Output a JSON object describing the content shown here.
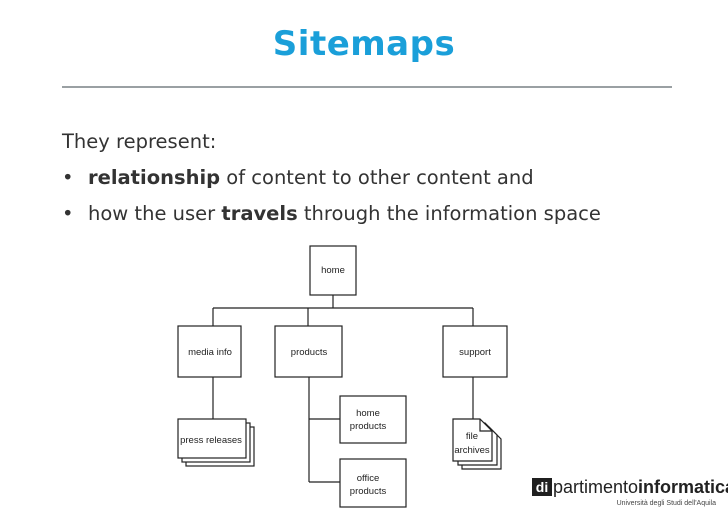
{
  "slide": {
    "title": "Sitemaps",
    "accent_color": "#1a9fd9",
    "intro": "They represent:",
    "bullet_symbol": "•",
    "bullets": [
      {
        "emph": "relationship",
        "rest": " of content to other content and"
      },
      {
        "pre": "how the user ",
        "emph": "travels",
        "rest": " through the information space"
      }
    ]
  },
  "diagram": {
    "nodes": {
      "home": "home",
      "media_info": "media info",
      "products": "products",
      "support": "support",
      "press_releases": "press releases",
      "home_products": [
        "home",
        "products"
      ],
      "office_products": [
        "office",
        "products"
      ],
      "file_archives": [
        "file",
        "archives"
      ]
    }
  },
  "logo": {
    "badge": "di",
    "brand_light": "partimento",
    "brand_bold": "informatica",
    "university": "Università degli Studi dell'Aquila"
  }
}
